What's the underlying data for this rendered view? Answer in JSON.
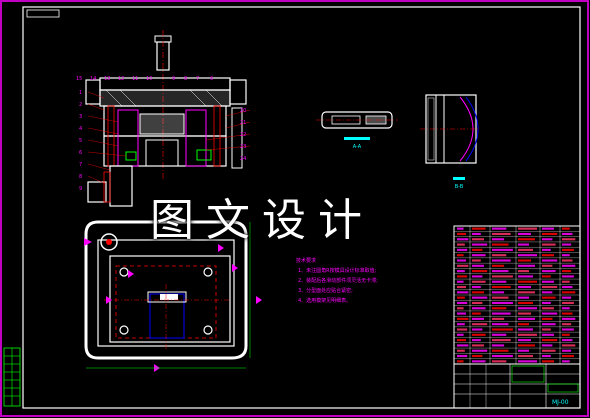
{
  "watermark": "图文设计",
  "drawing_number": "MJ-00",
  "section_labels": [
    "A-A",
    "B-B"
  ],
  "technical_requirements": {
    "title": "技术要求",
    "items": [
      "1、未注圆角R按模具设计标准取值;",
      "2、装配后各滑动部件须灵活无卡滞;",
      "3、分型面处应贴合紧密;",
      "4、选用模架见明细表。"
    ]
  },
  "colors": {
    "background": "#000000",
    "frame": "#ffffff",
    "border": "#c000c0",
    "outline": "#ffffff",
    "accent_magenta": "#ff00ff",
    "accent_red": "#ff0000",
    "accent_green": "#00ff00",
    "accent_cyan": "#00ffff",
    "accent_yellow": "#ffff00",
    "accent_blue": "#0000ff"
  }
}
